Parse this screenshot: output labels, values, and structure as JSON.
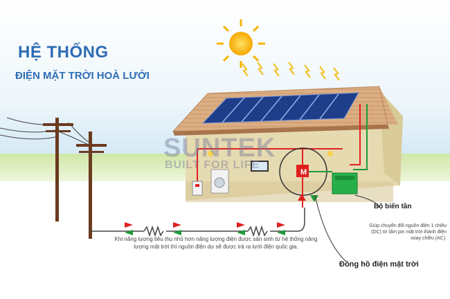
{
  "title": {
    "line1": "HỆ THỐNG",
    "line2": "ĐIỆN MẶT TRỜI HOÀ LƯỚI"
  },
  "watermark": {
    "brand": "SUNTEK",
    "slogan": "BUILT FOR LIFE"
  },
  "inverter": {
    "label": "Bộ biến tần",
    "description": "Giúp chuyển đổi nguồn điện 1 chiều (DC) từ tấm pin mặt trời thành điện xoay chiều (AC)."
  },
  "meter": {
    "label": "Đồng hồ điện mặt trời",
    "symbol": "M"
  },
  "grid_note": "Khi năng lượng tiêu thụ nhỏ hơn năng lượng điện được sản sinh từ hệ thống năng lượng mặt trời thì nguồn điện dư sẽ được trả ra lưới điện quốc gia.",
  "colors": {
    "title": "#2f6db5",
    "wire_red": "#e02020",
    "wire_green": "#1f9a3a",
    "panel": "#1f3e8a",
    "sun": "#f6b400",
    "house_wall": "#e7dcb4",
    "roof": "#d9a57a"
  }
}
